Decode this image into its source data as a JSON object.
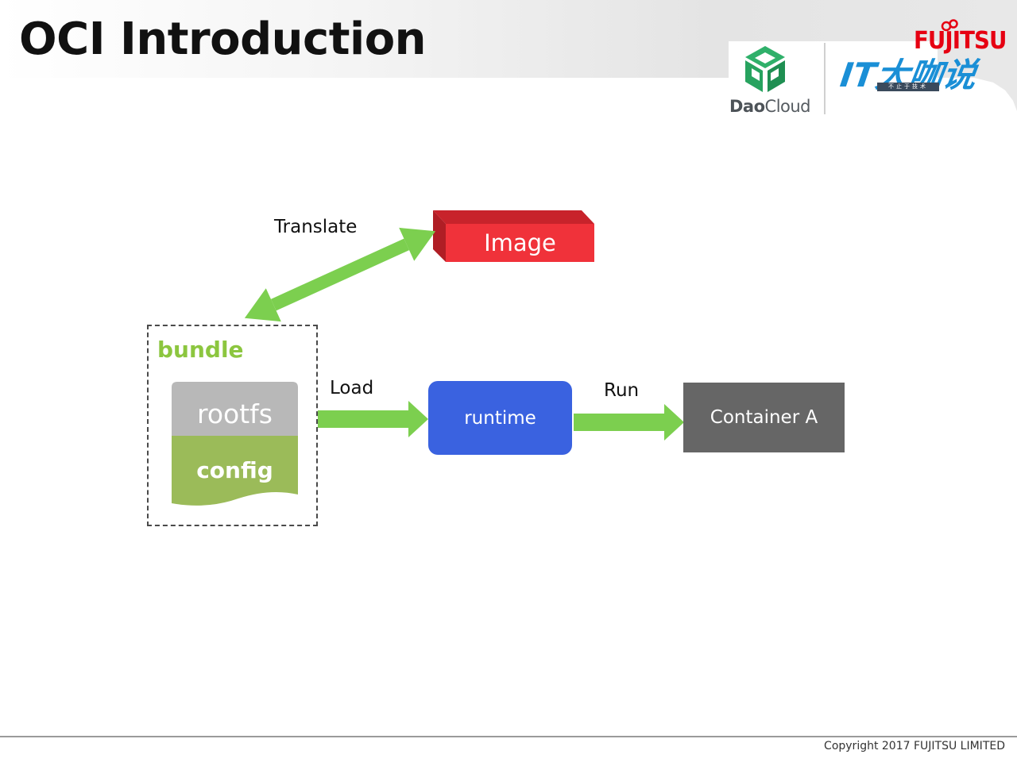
{
  "slide": {
    "title": "OCI Introduction",
    "copyright": "Copyright 2017 FUJITSU LIMITED"
  },
  "logos": {
    "daocloud_bold": "Dao",
    "daocloud_light": "Cloud",
    "fujitsu": "FUJITSU",
    "it_brand": "IT大咖说",
    "it_brand_sub": "不止于技术"
  },
  "diagram": {
    "image_label": "Image",
    "bundle_label": "bundle",
    "rootfs_label": "rootfs",
    "config_label": "config",
    "runtime_label": "runtime",
    "container_label": "Container A",
    "translate_label": "Translate",
    "load_label": "Load",
    "run_label": "Run"
  },
  "colors": {
    "arrow_green": "#7ccf4f",
    "image_red": "#f0323a",
    "runtime_blue": "#3a62e0",
    "container_gray": "#666666",
    "config_green": "#9bbb59",
    "rootfs_gray": "#b8b8b8",
    "bundle_text_green": "#8cc63f"
  }
}
